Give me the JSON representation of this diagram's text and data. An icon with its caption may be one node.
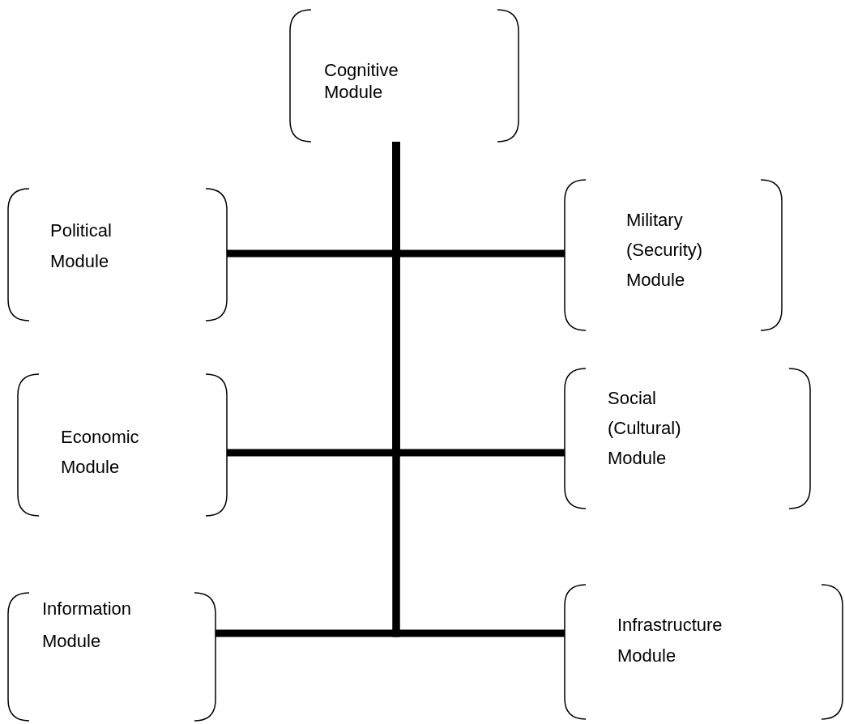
{
  "diagram": {
    "nodes": [
      {
        "text": [
          "Cognitive Module"
        ]
      },
      {
        "text": [
          "Political Module"
        ]
      },
      {
        "text": [
          "Military (Security) Module"
        ]
      },
      {
        "text": [
          "Economic Module"
        ]
      },
      {
        "text": [
          "Social (Cultural) Module"
        ]
      },
      {
        "text": [
          "Information Module"
        ]
      },
      {
        "text": [
          "Infrastructure Module"
        ]
      }
    ],
    "edges": [
      {
        "from": 0,
        "to": 1,
        "arrow": "none"
      },
      {
        "from": 0,
        "to": 2,
        "arrow": "none"
      },
      {
        "from": 0,
        "to": 3,
        "arrow": "none"
      },
      {
        "from": 0,
        "to": 4,
        "arrow": "none"
      },
      {
        "from": 0,
        "to": 5,
        "arrow": "none"
      },
      {
        "from": 0,
        "to": 6,
        "arrow": "none"
      }
    ]
  }
}
